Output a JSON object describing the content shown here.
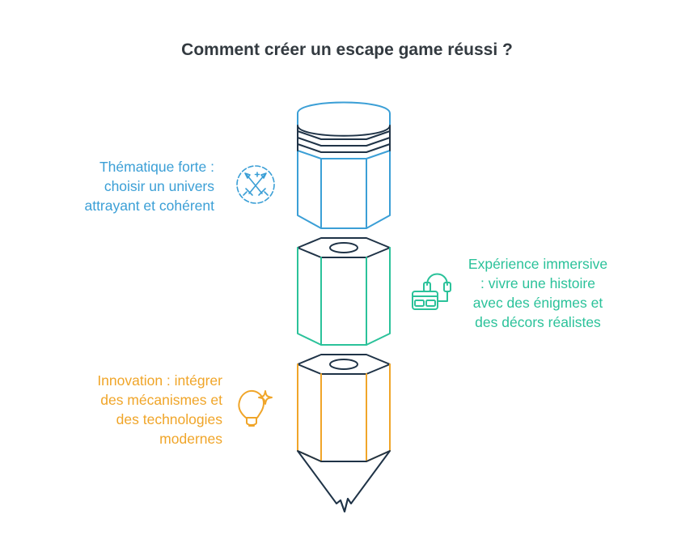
{
  "title": "Comment créer un escape game réussi ?",
  "colors": {
    "blue": "#3b9fd6",
    "green": "#2bc29a",
    "orange": "#f0a529",
    "outline": "#1f3347",
    "title": "#333a40"
  },
  "segments": [
    {
      "lines": [
        "Thématique forte :",
        "choisir un univers",
        "attrayant et cohérent"
      ],
      "icon": "swords-icon",
      "color": "#3b9fd6"
    },
    {
      "lines": [
        "Expérience immersive",
        ": vivre une histoire",
        "avec des énigmes et",
        "des décors réalistes"
      ],
      "icon": "vr-headset-icon",
      "color": "#2bc29a"
    },
    {
      "lines": [
        "Innovation : intégrer",
        "des mécanismes et",
        "des technologies",
        "modernes"
      ],
      "icon": "lightbulb-icon",
      "color": "#f0a529"
    }
  ]
}
